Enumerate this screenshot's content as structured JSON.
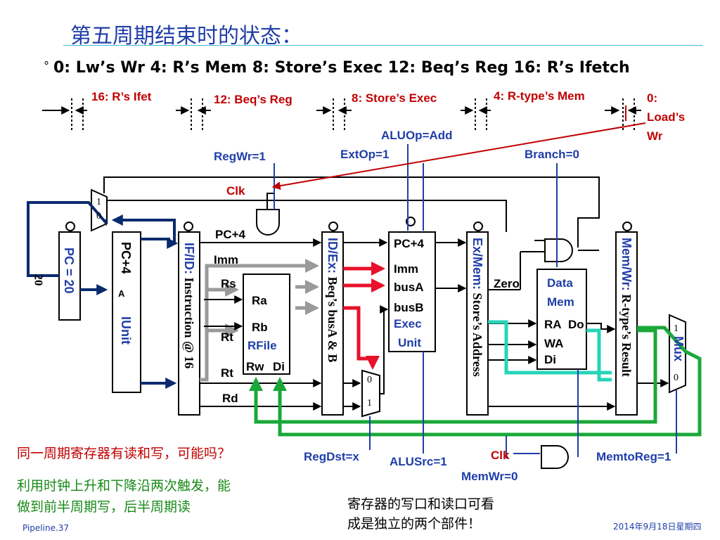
{
  "slide": {
    "title": "第五周期结束时的状态：",
    "bullet_marker": "°",
    "bullet": "0: Lw’s Wr   4: R’s Mem   8: Store’s Exec   12: Beq’s Reg   16: R’s Ifetch",
    "footer_left": "Pipeline.37",
    "footer_right": "2014年9月18日星期四"
  },
  "stages": {
    "s16": "16: R’s Ifet",
    "s12": "12: Beq’s  Reg",
    "s8": "8: Store’s  Exec",
    "s4": "4: R-type’s  Mem",
    "s0_line1": "0:",
    "s0_line2": "Load’s",
    "s0_line3": "Wr"
  },
  "controls": {
    "aluop": "ALUOp=Add",
    "extop": "ExtOp=1",
    "regwr": "RegWr=1",
    "branch": "Branch=0",
    "clk_top": "Clk",
    "regdst": "RegDst=x",
    "alusrc": "ALUSrc=1",
    "clk_bottom": "Clk",
    "memwr": "MemWr=0",
    "memtoreg": "MemtoReg=1"
  },
  "blocks": {
    "pc_label": "PC = 20",
    "pc_value": "20",
    "iunit_top": "PC+4",
    "iunit_a": "A",
    "iunit_name": "IUnit",
    "ifid_name": "IF/ID:",
    "ifid_desc": " Instruction @ 16",
    "idex_name": "ID/Ex:",
    "idex_desc": " Beq’s busA & B",
    "exmem_name": "Ex/Mem:",
    "exmem_desc": " Store’s Address",
    "memwr_name": "Mem/Wr:",
    "memwr_desc": " R-type’s Result",
    "pc4": "PC+4",
    "imm": "Imm",
    "rs": "Rs",
    "rt1": "Rt",
    "rt2": "Rt",
    "rd": "Rd",
    "ra": "Ra",
    "rb": "Rb",
    "rfile": "RFile",
    "rw": "Rw",
    "di": "Di",
    "exec_pc4": "PC+4",
    "exec_imm": "Imm",
    "exec_busa": "busA",
    "exec_busb": "busB",
    "exec_name1": "Exec",
    "exec_name2": "Unit",
    "zero": "Zero",
    "dmem1": "Data",
    "dmem2": "Mem",
    "ra_mem": "RA",
    "do_mem": "Do",
    "wa_mem": "WA",
    "di_mem": "Di",
    "mux_label": "Mux",
    "mux_one": "1",
    "mux_zero": "0",
    "pcmux_one": "1",
    "pcmux_zero": "0",
    "alumux_zero": "0",
    "alumux_one": "1"
  },
  "notes": {
    "question": "同一周期寄存器有读和写，可能吗？",
    "answer_line1": "利用时钟上升和下降沿两次触发，能",
    "answer_line2": "做到前半周期写，后半周期读",
    "note_line1": "寄存器的写口和读口可看",
    "note_line2": "成是独立的两个部件！"
  },
  "colors": {
    "blue": "#1f3ea8",
    "red": "#c00000",
    "green": "#1aa83a",
    "cyan": "#27d4b8",
    "gray": "#9a9a9a",
    "navy": "#0a2a6e"
  }
}
